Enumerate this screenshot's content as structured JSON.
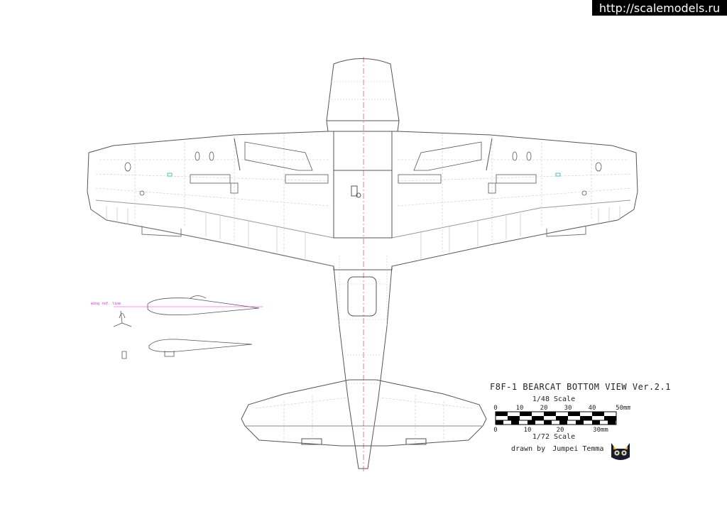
{
  "watermark": "http://scalemodels.ru",
  "drawing": {
    "title": "F8F-1 BEARCAT BOTTOM VIEW Ver.2.1",
    "wing_ref_label": "wing ref. line",
    "scale_48": {
      "label": "1/48 Scale",
      "ticks": [
        "0",
        "10",
        "20",
        "30",
        "40",
        "50mm"
      ]
    },
    "scale_72": {
      "label": "1/72 Scale",
      "ticks": [
        "0",
        "10",
        "20",
        "30mm"
      ]
    },
    "credit": {
      "prefix": "drawn by",
      "author": "Jumpei Temma"
    },
    "colors": {
      "line": "#555555",
      "panel": "#bbbbbb",
      "centerline": "#cc3333",
      "accent": "#cc33cc",
      "watermark_bg": "#000000"
    }
  }
}
